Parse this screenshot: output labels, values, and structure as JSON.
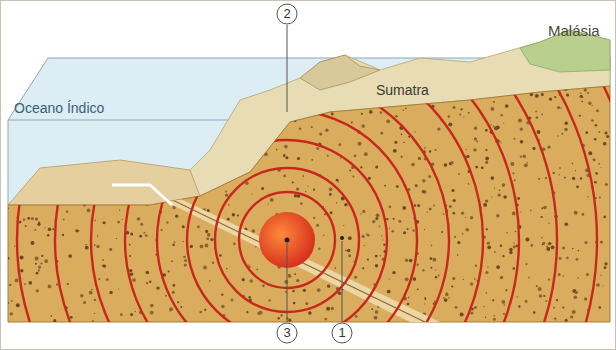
{
  "diagram": {
    "labels": [
      "2",
      "Malásia",
      "Oceano Índico",
      "Sumatra",
      "3",
      "1"
    ]
  }
}
